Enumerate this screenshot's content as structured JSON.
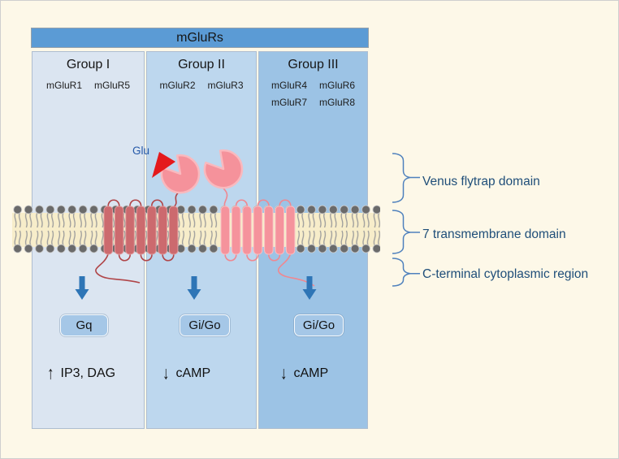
{
  "title": "mGluRs",
  "groups": [
    {
      "name": "Group I",
      "row1": [
        "mGluR1",
        "mGluR5"
      ],
      "g_protein": "Gq",
      "effect_dir": "↑",
      "effect": "IP3, DAG"
    },
    {
      "name": "Group II",
      "row1": [
        "mGluR2",
        "mGluR3"
      ],
      "g_protein": "Gi/Go",
      "effect_dir": "↓",
      "effect": "cAMP"
    },
    {
      "name": "Group III",
      "row1": [
        "mGluR4",
        "mGluR6"
      ],
      "row2": [
        "mGluR7",
        "mGluR8"
      ],
      "g_protein": "Gi/Go",
      "effect_dir": "↓",
      "effect": "cAMP"
    }
  ],
  "ligand": {
    "label": "Glu"
  },
  "annotations": {
    "domains": [
      "Venus flytrap domain",
      "7 transmembrane domain",
      "C-terminal cytoplasmic region"
    ]
  },
  "colors": {
    "background": "#fdf8e8",
    "header_bar": "#5b9bd5",
    "group1_bg": "#dbe5f1",
    "group2_bg": "#bdd7ee",
    "group3_bg": "#9cc3e5",
    "membrane_band": "#f7edca",
    "helix_dark_red": "#cc6a6e",
    "helix_light_pink": "#f5939c",
    "glutamate_red": "#e41a1c",
    "signal_arrow_blue": "#2e75b6",
    "domain_label_blue": "#1f4e79",
    "g_protein_box_fill": "#a5c7e7"
  }
}
